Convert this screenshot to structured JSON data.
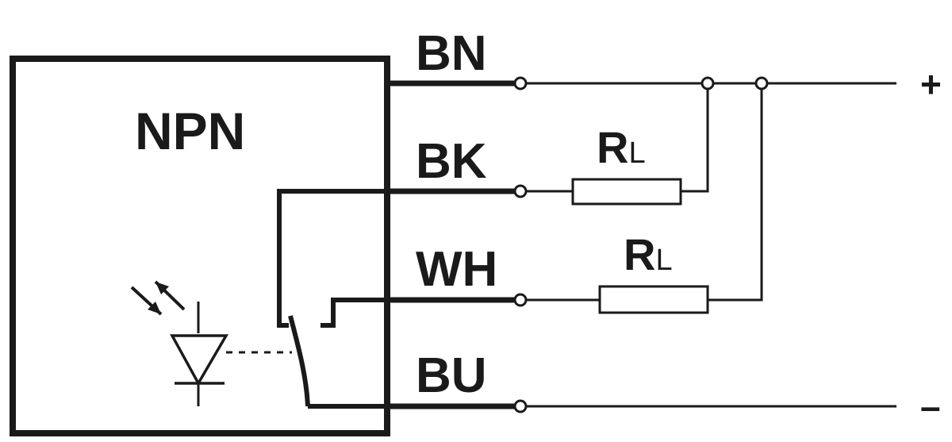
{
  "diagram": {
    "type": "sensor-wiring-schematic",
    "output_type": "NPN",
    "box_label": "NPN",
    "wires": [
      {
        "code": "BN",
        "color": "brown",
        "connects_to": "+"
      },
      {
        "code": "BK",
        "color": "black",
        "connects_to": "load RL to +"
      },
      {
        "code": "WH",
        "color": "white",
        "connects_to": "load RL to +"
      },
      {
        "code": "BU",
        "color": "blue",
        "connects_to": "-"
      }
    ],
    "loads": [
      {
        "label": "R",
        "subscript": "L",
        "on_wire": "BK"
      },
      {
        "label": "R",
        "subscript": "L",
        "on_wire": "WH"
      }
    ],
    "supply": {
      "positive": "+",
      "negative": "–"
    },
    "components": [
      "photodiode-receiver",
      "changeover-switch"
    ],
    "colors": {
      "line": "#1a1a1a",
      "background": "#ffffff"
    }
  }
}
